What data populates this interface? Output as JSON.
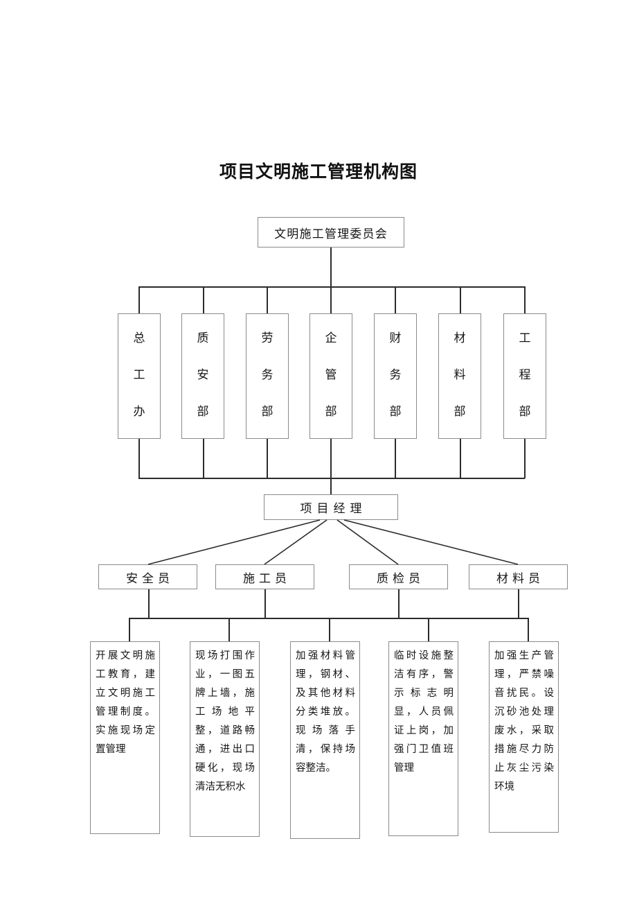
{
  "title": "项目文明施工管理机构图",
  "committee": {
    "label": "文明施工管理委员会"
  },
  "departments": [
    {
      "label": "总工办",
      "chars": [
        "总",
        "工",
        "办"
      ]
    },
    {
      "label": "质安部",
      "chars": [
        "质",
        "安",
        "部"
      ]
    },
    {
      "label": "劳务部",
      "chars": [
        "劳",
        "务",
        "部"
      ]
    },
    {
      "label": "企管部",
      "chars": [
        "企",
        "管",
        "部"
      ]
    },
    {
      "label": "财务部",
      "chars": [
        "财",
        "务",
        "部"
      ]
    },
    {
      "label": "材料部",
      "chars": [
        "材",
        "料",
        "部"
      ]
    },
    {
      "label": "工程部",
      "chars": [
        "工",
        "程",
        "部"
      ]
    }
  ],
  "manager": {
    "label": "项目经理"
  },
  "roles": [
    {
      "label": "安全员"
    },
    {
      "label": "施工员"
    },
    {
      "label": "质检员"
    },
    {
      "label": "材料员"
    }
  ],
  "details": [
    {
      "text": "开展文明施工教育，建立文明施工管理制度。实施现场定置管理"
    },
    {
      "text": "现场打围作业，一图五牌上墙，施工场地平整，道路畅通，进出口硬化，现场清洁无积水"
    },
    {
      "text": "加强材料管理，钢材、及其他材料分类堆放。现场落手清，保持场容整洁。"
    },
    {
      "text": "临时设施整洁有序，警示标志明显，人员佩证上岗，加强门卫值班管理"
    },
    {
      "text": "加强生产管理，严禁噪音扰民。设沉砂池处理废水，采取措施尽力防止灰尘污染环境"
    }
  ],
  "colors": {
    "line": "#2b2b2b",
    "box_border": "#8a8a8a",
    "text": "#151515",
    "background": "#ffffff"
  }
}
